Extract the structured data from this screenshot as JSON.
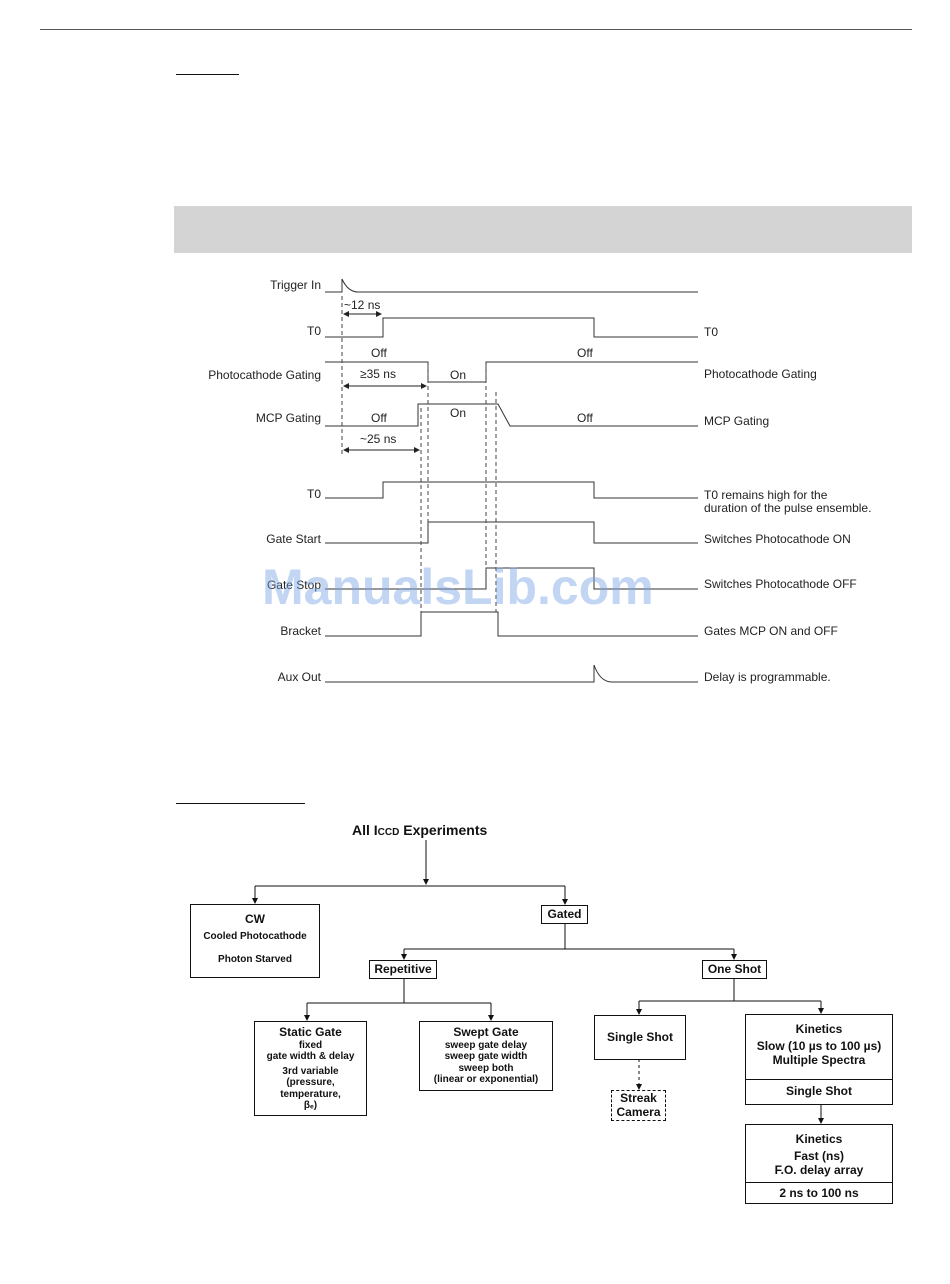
{
  "timing": {
    "left_labels": {
      "trigger_in": "Trigger In",
      "t0_a": "T0",
      "photocathode": "Photocathode Gating",
      "mcp": "MCP Gating",
      "t0_b": "T0",
      "gate_start": "Gate Start",
      "gate_stop": "Gate Stop",
      "bracket": "Bracket",
      "aux_out": "Aux Out"
    },
    "right_labels": {
      "t0_a": "T0",
      "photocathode": "Photocathode Gating",
      "mcp": "MCP Gating",
      "t0_b_line1": "T0 remains high for the",
      "t0_b_line2": "duration of the pulse ensemble.",
      "gate_start": "Switches Photocathode ON",
      "gate_stop": "Switches Photocathode OFF",
      "bracket": "Gates MCP ON and OFF",
      "aux_out": "Delay is programmable."
    },
    "annotations": {
      "delay_12": "~12 ns",
      "pc_off_1": "Off",
      "pc_off_2": "Off",
      "pc_on": "On",
      "delay_35": "≥35 ns",
      "mcp_off_1": "Off",
      "mcp_on": "On",
      "mcp_off_2": "Off",
      "delay_25": "~25 ns"
    }
  },
  "watermark": "ManualsLib.com",
  "flowchart": {
    "title_prefix": "All I",
    "title_smallcaps": "CCD",
    "title_suffix": " Experiments",
    "cw": {
      "title": "CW",
      "line1": "Cooled Photocathode",
      "line2": "Photon Starved"
    },
    "gated": "Gated",
    "repetitive": "Repetitive",
    "one_shot": "One Shot",
    "static_gate": {
      "title": "Static Gate",
      "line1": "fixed",
      "line2": "gate width & delay",
      "line3": "3rd variable",
      "line4": "(pressure,",
      "line5": "temperature,",
      "line6": "βₑ)"
    },
    "swept_gate": {
      "title": "Swept Gate",
      "line1": "sweep gate delay",
      "line2": "sweep gate width",
      "line3": "sweep both",
      "line4": "(linear or exponential)"
    },
    "single_shot": "Single Shot",
    "streak_camera": {
      "line1": "Streak",
      "line2": "Camera"
    },
    "kinetics_slow": {
      "title": "Kinetics",
      "line1": "Slow (10 µs to 100 µs)",
      "line2": "Multiple Spectra",
      "footer": "Single Shot"
    },
    "kinetics_fast": {
      "title": "Kinetics",
      "line1": "Fast (ns)",
      "line2": "F.O. delay array",
      "footer": "2 ns to 100 ns"
    }
  }
}
